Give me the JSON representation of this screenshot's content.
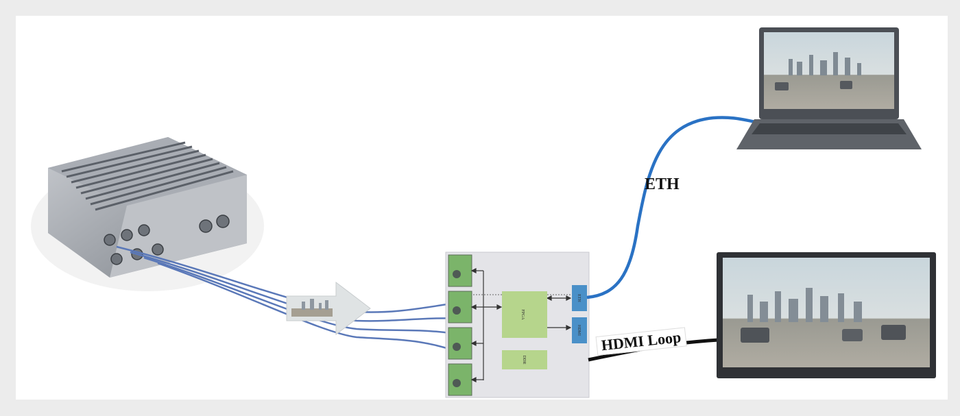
{
  "labels": {
    "eth": "ETH",
    "hdmi_loop": "HDMI Loop"
  },
  "board": {
    "fpga": "FPGA",
    "ddr": "DDR",
    "eth_port": "ETH",
    "hdmi_port": "HDMI"
  },
  "colors": {
    "background": "#ececec",
    "canvas": "#ffffff",
    "board_bg": "#e4e4e8",
    "block_green": "#b6d58c",
    "port_blue": "#4a90c8",
    "camera_cable": "#5a78b8",
    "eth_cable": "#2a72c4",
    "hdmi_cable": "#111111"
  },
  "icons": [
    "camera-unit-icon",
    "laptop-icon",
    "monitor-icon",
    "arrow-icon",
    "camera-module-icon"
  ]
}
